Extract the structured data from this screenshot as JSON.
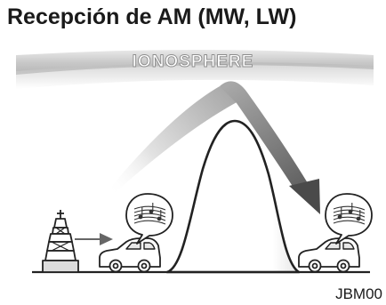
{
  "header": {
    "title": "Recepción de AM (MW, LW)"
  },
  "diagram": {
    "ionosphere_label": "IONOSPHERE",
    "figure_code": "JBM00",
    "colors": {
      "ionosphere_band": "#c8c8c8",
      "mountain": "#ffffff",
      "outline": "#222222",
      "wave_dark": "#6e6e6e",
      "wave_light": "#d6d6d6"
    },
    "icons": [
      "radio-tower-icon",
      "car-icon",
      "speech-bubble-icon",
      "music-notes-icon",
      "arrow-icon"
    ]
  }
}
